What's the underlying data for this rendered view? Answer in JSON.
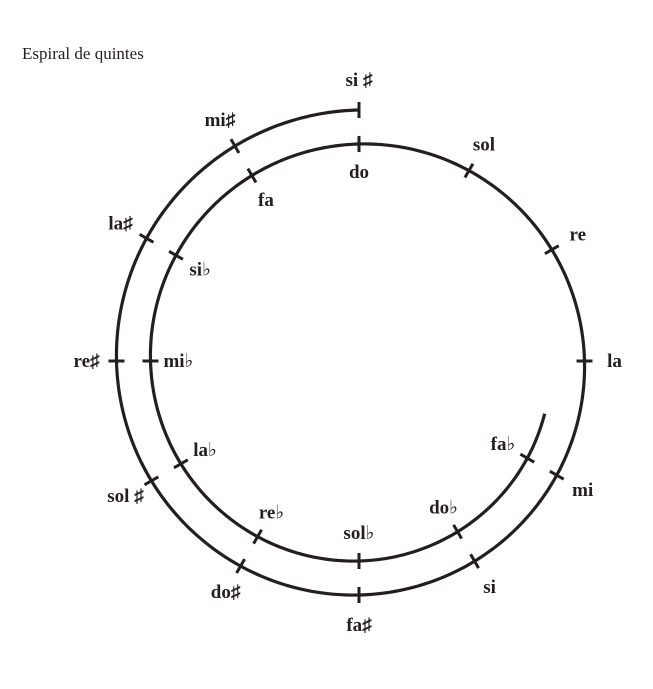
{
  "title": "Espiral de quintes",
  "color": "#231f20",
  "notes": [
    {
      "name": "si ♯",
      "side": "outer"
    },
    {
      "name": "mi♯",
      "side": "outer"
    },
    {
      "name": "la♯",
      "side": "outer"
    },
    {
      "name": "re♯",
      "side": "outer"
    },
    {
      "name": "sol ♯",
      "side": "outer"
    },
    {
      "name": "do♯",
      "side": "outer"
    },
    {
      "name": "fa♯",
      "side": "outer"
    },
    {
      "name": "si",
      "side": "outer"
    },
    {
      "name": "mi",
      "side": "outer"
    },
    {
      "name": "la",
      "side": "outer"
    },
    {
      "name": "re",
      "side": "outer"
    },
    {
      "name": "sol",
      "side": "outer"
    },
    {
      "name": "do",
      "side": "inner"
    },
    {
      "name": "fa",
      "side": "inner"
    },
    {
      "name": "si♭",
      "side": "inner"
    },
    {
      "name": "mi♭",
      "side": "inner"
    },
    {
      "name": "la♭",
      "side": "inner"
    },
    {
      "name": "re♭",
      "side": "inner"
    },
    {
      "name": "sol♭",
      "side": "inner"
    },
    {
      "name": "do♭",
      "side": "inner"
    },
    {
      "name": "fa♭",
      "side": "inner"
    }
  ]
}
